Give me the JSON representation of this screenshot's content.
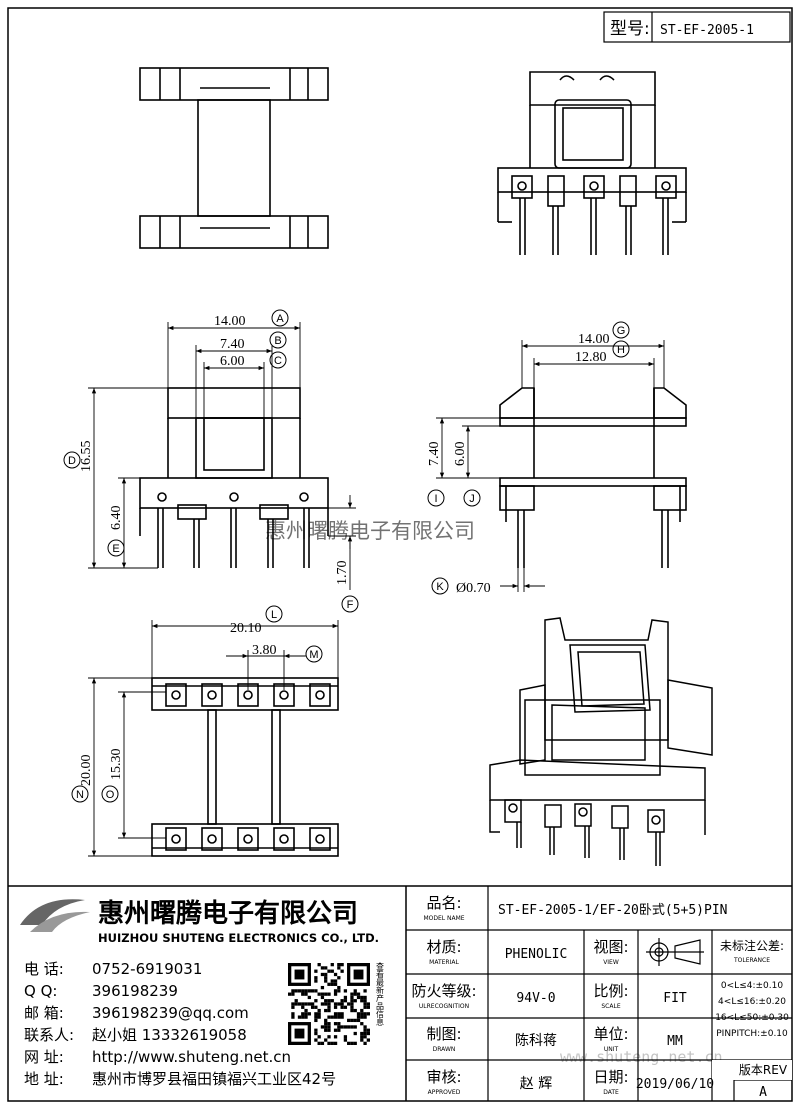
{
  "header": {
    "model_label": "型号:",
    "model_value": "ST-EF-2005-1"
  },
  "dimensions": {
    "A": "14.00",
    "B": "7.40",
    "C": "6.00",
    "D": "16.55",
    "E": "6.40",
    "F": "1.70",
    "G": "14.00",
    "H": "12.80",
    "I": "7.40",
    "J": "6.00",
    "K": "Ø0.70",
    "L": "20.10",
    "M": "3.80",
    "N": "20.00",
    "O": "15.30"
  },
  "balloons": [
    "A",
    "B",
    "C",
    "D",
    "E",
    "F",
    "G",
    "H",
    "I",
    "J",
    "K",
    "L",
    "M",
    "N",
    "O"
  ],
  "watermark": "惠州曙腾电子有限公司",
  "watermark2": "www.shuteng.net.cn",
  "company": {
    "name_cn": "惠州曙腾电子有限公司",
    "name_en": "HUIZHOU SHUTENG ELECTRONICS CO., LTD.",
    "qr_side_text": "查看最新产品信息"
  },
  "contacts": [
    {
      "label": "电    话:",
      "value": "0752-6919031"
    },
    {
      "label": "Q      Q:",
      "value": "396198239"
    },
    {
      "label": "邮    箱:",
      "value": "396198239@qq.com"
    },
    {
      "label": "联系人:",
      "value": "赵小姐 13332619058"
    },
    {
      "label": "网    址:",
      "value": "http://www.shuteng.net.cn"
    },
    {
      "label": "地    址:",
      "value": "惠州市博罗县福田镇福兴工业区42号"
    }
  ],
  "title_block": {
    "model_name_label": "品名:",
    "model_name_en": "MODEL NAME",
    "model_name_value": "ST-EF-2005-1/EF-20卧式(5+5)PIN",
    "material_label": "材质:",
    "material_en": "MATERIAL",
    "material_value": "PHENOLIC",
    "view_label": "视图:",
    "view_en": "VIEW",
    "flame_label": "防火等级:",
    "flame_en": "ULRECOGNITION",
    "flame_value": "94V-0",
    "scale_label": "比例:",
    "scale_en": "SCALE",
    "scale_value": "FIT",
    "drawn_label": "制图:",
    "drawn_en": "DRAWN",
    "drawn_value": "陈科蒋",
    "unit_label": "单位:",
    "unit_en": "UNIT",
    "unit_value": "MM",
    "approved_label": "审核:",
    "approved_en": "APPROVED",
    "approved_value": "赵  辉",
    "date_label": "日期:",
    "date_en": "DATE",
    "date_value": "2019/06/10",
    "tolerance_title": "未标注公差:",
    "tolerance_en": "TOLERANCE",
    "tolerances": [
      "0<L≤4:±0.10",
      "4<L≤16:±0.20",
      "16<L≤50:±0.30",
      "PINPITCH:±0.10"
    ],
    "rev_label": "版本REV",
    "rev_value": "A"
  }
}
